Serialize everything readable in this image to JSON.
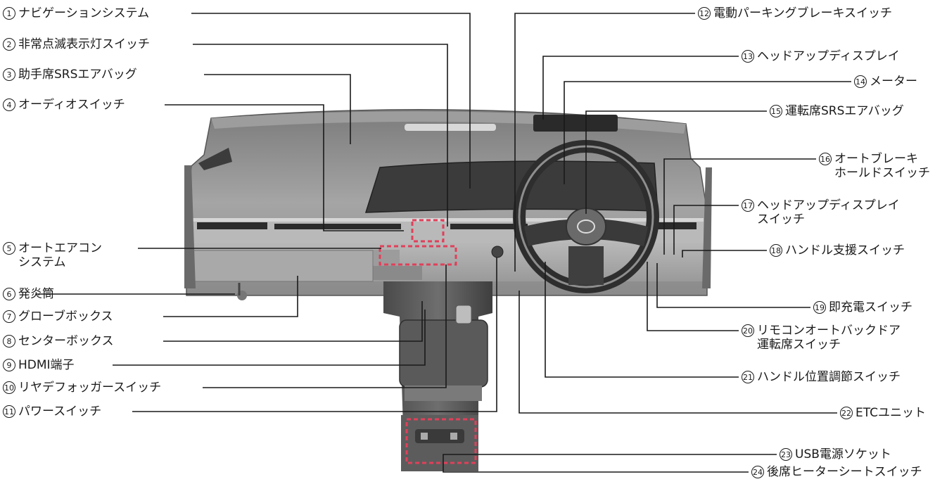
{
  "callouts": [
    {
      "num": "1",
      "text": "ナビゲーションシステム"
    },
    {
      "num": "2",
      "text": "非常点滅表示灯スイッチ"
    },
    {
      "num": "3",
      "text": "助手席SRSエアバッグ"
    },
    {
      "num": "4",
      "text": "オーディオスイッチ"
    },
    {
      "num": "5",
      "text": "オートエアコン",
      "text2": "システム"
    },
    {
      "num": "6",
      "text": "発炎筒"
    },
    {
      "num": "7",
      "text": "グローブボックス"
    },
    {
      "num": "8",
      "text": "センターボックス"
    },
    {
      "num": "9",
      "text": "HDMI端子"
    },
    {
      "num": "10",
      "text": "リヤデフォッガースイッチ"
    },
    {
      "num": "11",
      "text": "パワースイッチ"
    },
    {
      "num": "12",
      "text": "電動パーキングブレーキスイッチ"
    },
    {
      "num": "13",
      "text": "ヘッドアップディスプレイ"
    },
    {
      "num": "14",
      "text": "メーター"
    },
    {
      "num": "15",
      "text": "運転席SRSエアバッグ"
    },
    {
      "num": "16",
      "text": "オートブレーキ",
      "text2": "ホールドスイッチ"
    },
    {
      "num": "17",
      "text": "ヘッドアップディスプレイ",
      "text2": "スイッチ"
    },
    {
      "num": "18",
      "text": "ハンドル支援スイッチ"
    },
    {
      "num": "19",
      "text": "即充電スイッチ"
    },
    {
      "num": "20",
      "text": "リモコンオートバックドア",
      "text2": "運転席スイッチ"
    },
    {
      "num": "21",
      "text": "ハンドル位置調節スイッチ"
    },
    {
      "num": "22",
      "text": "ETCユニット"
    },
    {
      "num": "23",
      "text": "USB電源ソケット"
    },
    {
      "num": "24",
      "text": "後席ヒーターシートスイッチ"
    }
  ],
  "colors": {
    "line": "#1a1a1a",
    "highlight": "#e0405a",
    "dash_gray": "#c8c8c8"
  }
}
